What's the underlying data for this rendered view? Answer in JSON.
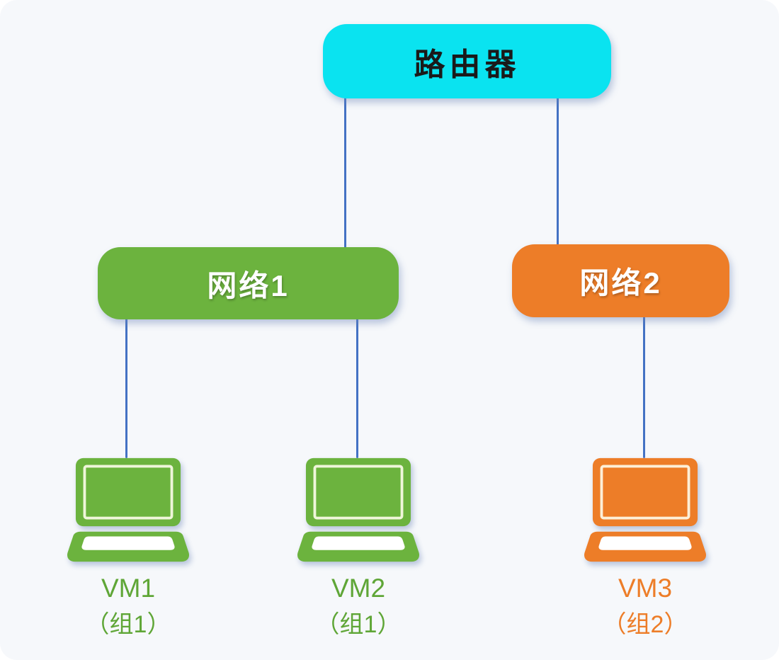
{
  "diagram": {
    "type": "network-topology",
    "background_color": "#f6f8fb",
    "edge_color": "#4472c4",
    "nodes": {
      "router": {
        "label": "路由器",
        "fill": "#0ae3f0",
        "text_color": "#1a1a1a"
      },
      "network1": {
        "label": "网络1",
        "fill": "#6cb33e",
        "text_color": "#ffffff"
      },
      "network2": {
        "label": "网络2",
        "fill": "#ed7d28",
        "text_color": "#ffffff"
      },
      "vm1": {
        "label": "VM1",
        "group": "（组1）",
        "fill": "#6cb33e",
        "screen_outline": "#eff6da",
        "keyboard_fill": "#ffffff",
        "text_color": "#5fa637"
      },
      "vm2": {
        "label": "VM2",
        "group": "（组1）",
        "fill": "#6cb33e",
        "screen_outline": "#eff6da",
        "keyboard_fill": "#ffffff",
        "text_color": "#5fa637"
      },
      "vm3": {
        "label": "VM3",
        "group": "（组2）",
        "fill": "#ed7d28",
        "screen_outline": "#fdefd8",
        "keyboard_fill": "#ffffff",
        "text_color": "#ed7d28"
      }
    },
    "edges": [
      {
        "from": "router",
        "to": "network1"
      },
      {
        "from": "router",
        "to": "network2"
      },
      {
        "from": "network1",
        "to": "vm1"
      },
      {
        "from": "network1",
        "to": "vm2"
      },
      {
        "from": "network2",
        "to": "vm3"
      }
    ]
  }
}
